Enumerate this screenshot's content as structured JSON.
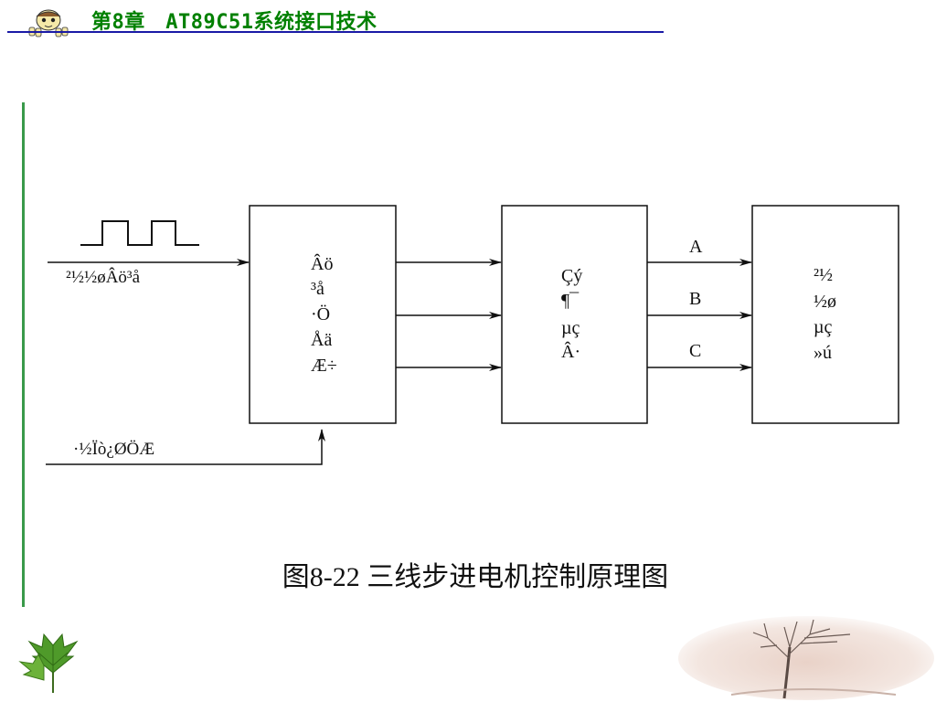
{
  "header": {
    "title": "第8章　AT89C51系统接口技术"
  },
  "diagram": {
    "input_label": "²½½øÂö³å",
    "control_label": "·½Ïò¿ØÖÆ",
    "block1_lines": [
      "Âö",
      "³å",
      "·Ö",
      "Åä",
      "Æ÷"
    ],
    "block2_lines": [
      "Çý",
      "¶¯",
      "µç",
      "Â·"
    ],
    "block3_lines": [
      "²½",
      "½ø",
      "µç",
      "»ú"
    ],
    "phase_labels": [
      "A",
      "B",
      "C"
    ]
  },
  "caption": "图8-22  三线步进电机控制原理图",
  "colors": {
    "header_text": "#008000",
    "header_rule": "#1a1aa6",
    "left_bar": "#3a9a4a"
  }
}
